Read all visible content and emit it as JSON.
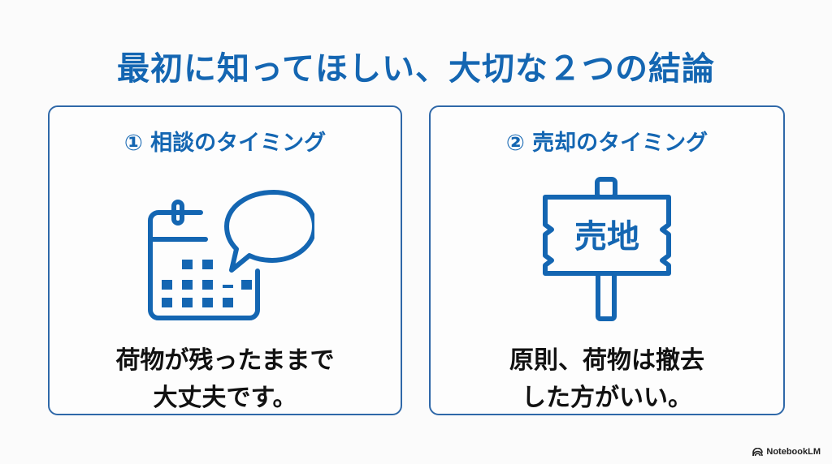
{
  "slide": {
    "title": "最初に知ってほしい、大切な２つの結論",
    "accent_color": "#1466b2",
    "border_color": "#2f68a8"
  },
  "cards": [
    {
      "title": "① 相談のタイミング",
      "icon": "calendar-speech-bubble-icon",
      "lines": [
        "荷物が残ったままで",
        "大丈夫です。"
      ]
    },
    {
      "title": "② 売却のタイミング",
      "icon": "land-for-sale-sign-icon",
      "sign_text": "売地",
      "lines": [
        "原則、荷物は撤去",
        "した方がいい。"
      ]
    }
  ],
  "footer": {
    "brand": "NotebookLM",
    "brand_icon": "notebooklm-logo-icon"
  }
}
